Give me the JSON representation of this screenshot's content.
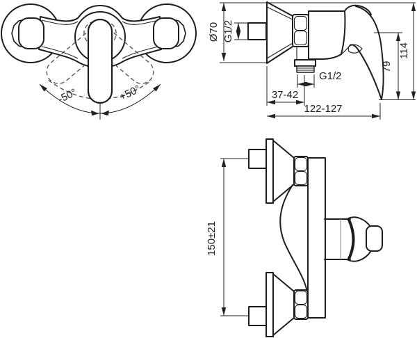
{
  "drawing": {
    "type": "technical-drawing",
    "subject": "wall-mounted single-lever shower mixer",
    "colors": {
      "line": "#1d1d1b",
      "dimension": "#222222",
      "dashed": "#4d4d4d",
      "background": "#ffffff"
    }
  },
  "front_view": {
    "label_rotation_minus": "-50°",
    "label_rotation_plus": "+50°"
  },
  "side_view": {
    "dim_escutcheon_diameter": "Ø70",
    "dim_inlet_thread": "G1/2",
    "dim_outlet_thread": "G1/2",
    "dim_wall_to_outlet": "37-42",
    "dim_total_depth": "122-127",
    "dim_handle_drop": "79",
    "dim_total_height": "114"
  },
  "top_view": {
    "dim_connection_distance": "150±21"
  }
}
